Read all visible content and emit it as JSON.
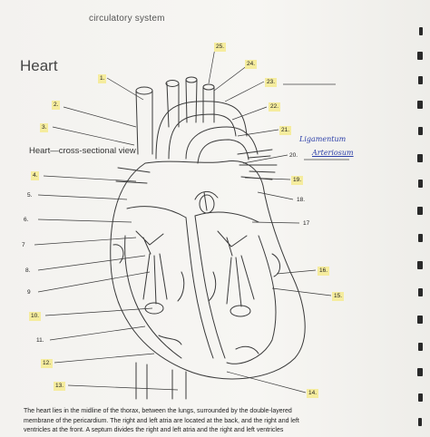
{
  "header": "circulatory system",
  "title": "Heart",
  "subtitle": "Heart—cross-sectional view",
  "labels": {
    "l1": "1.",
    "l2": "2.",
    "l3": "3.",
    "l4": "4.",
    "l5": "5.",
    "l6": "6.",
    "l7": "7",
    "l8": "8.",
    "l9": "9",
    "l10": "10.",
    "l11": "11.",
    "l12": "12.",
    "l13": "13.",
    "l14": "14.",
    "l15": "15.",
    "l16": "16.",
    "l17": "17",
    "l18": "18.",
    "l19": "19.",
    "l20": "20.",
    "l21": "21.",
    "l22": "22.",
    "l23": "23.",
    "l24": "24.",
    "l25": "25."
  },
  "handwriting": {
    "line1": "Ligamentum",
    "line2": "Arteriosum"
  },
  "caption": "The heart lies in the midline of the thorax, between the lungs, surrounded by the double-layered membrane of the pericardium. The right and left atria are located at the back, and the right and left ventricles at the front. A septum divides the right and left atria and the right and left ventricles"
}
